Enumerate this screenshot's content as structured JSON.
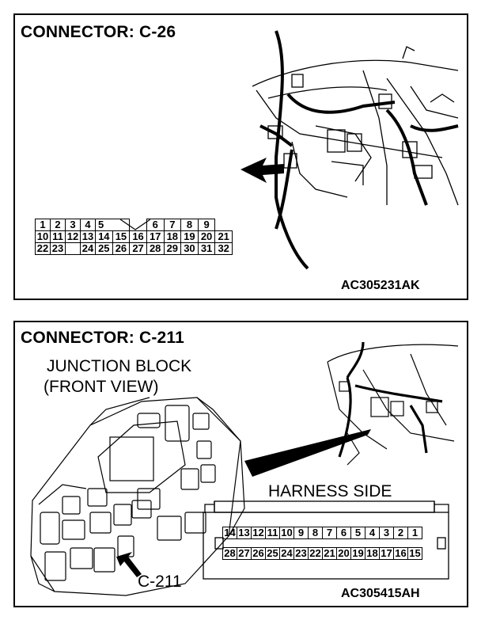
{
  "connector_top": {
    "title": "CONNECTOR: C-26",
    "ref_code": "AC305231AK",
    "pins_row1_left": [
      "1",
      "2",
      "3",
      "4",
      "5"
    ],
    "pins_row1_right": [
      "6",
      "7",
      "8",
      "9"
    ],
    "pins_row2": [
      "10",
      "11",
      "12",
      "13",
      "14",
      "15",
      "16",
      "17",
      "18",
      "19",
      "20",
      "21"
    ],
    "pins_row3_a": [
      "22",
      "23"
    ],
    "pins_row3_b": [
      "24",
      "25",
      "26",
      "27",
      "28",
      "29",
      "30"
    ],
    "pins_row3_c": [
      "31",
      "32"
    ]
  },
  "connector_bottom": {
    "title": "CONNECTOR: C-211",
    "ref_code": "AC305415AH",
    "junction_label_line1": "JUNCTION BLOCK",
    "junction_label_line2": "(FRONT VIEW)",
    "harness_label": "HARNESS SIDE",
    "callout": "C-211",
    "pins_row1": [
      "14",
      "13",
      "12",
      "11",
      "10",
      "9",
      "8",
      "7",
      "6",
      "5",
      "4",
      "3",
      "2",
      "1"
    ],
    "pins_row2": [
      "28",
      "27",
      "26",
      "25",
      "24",
      "23",
      "22",
      "21",
      "20",
      "19",
      "18",
      "17",
      "16",
      "15"
    ]
  }
}
